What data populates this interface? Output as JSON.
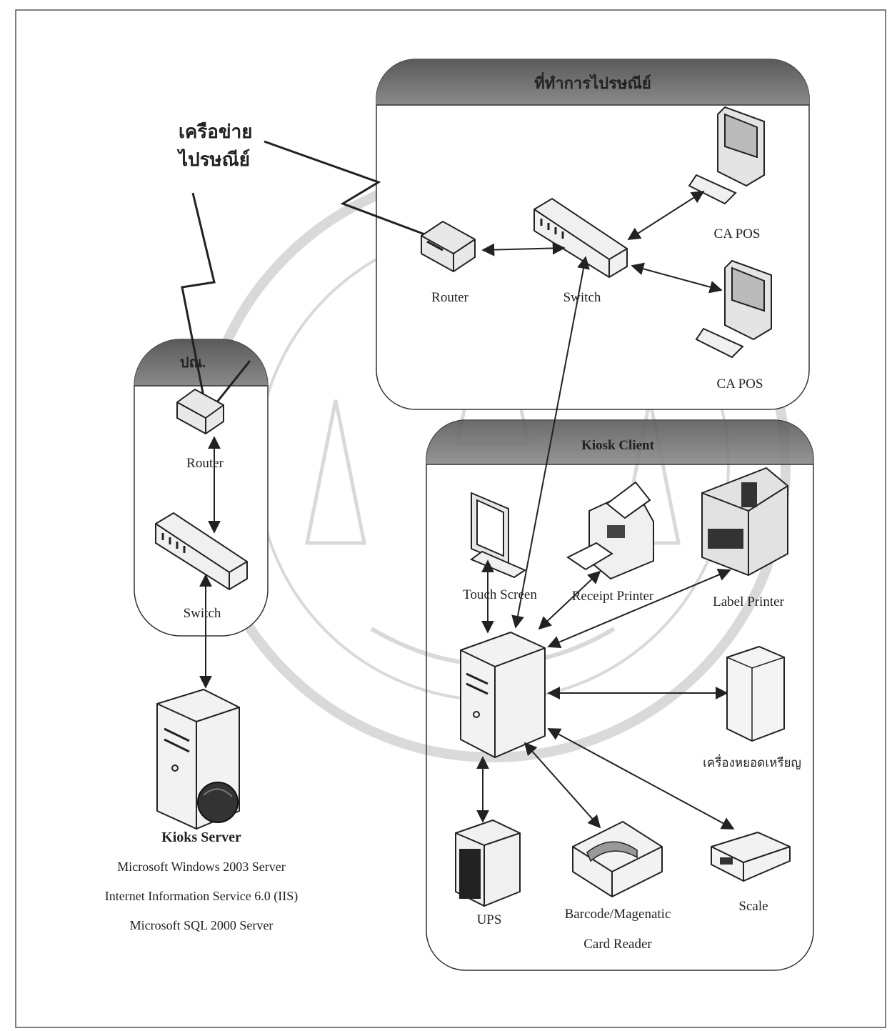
{
  "network": {
    "line1": "เครือข่าย",
    "line2": "ไปรษณีย์"
  },
  "post_office": {
    "title": "ที่ทำการไปรษณีย์",
    "router_label": "Router",
    "switch_label": "Switch",
    "ca_pos_1": "CA POS",
    "ca_pos_2": "CA POS"
  },
  "branch": {
    "title": "ปณ.",
    "router_label": "Router",
    "switch_label": "Switch"
  },
  "server": {
    "title": "Kioks Server",
    "lines": [
      "Microsoft Windows 2003 Server",
      "Internet Information Service 6.0 (IIS)",
      "Microsoft SQL 2000 Server"
    ]
  },
  "kiosk": {
    "title": "Kiosk Client",
    "touch_screen": "Touch Screen",
    "receipt_printer": "Receipt Printer",
    "label_printer": "Label Printer",
    "coin_machine": "เครื่องหยอดเหรียญ",
    "ups": "UPS",
    "barcode_line1": "Barcode/Magenatic",
    "barcode_line2": "Card Reader",
    "scale": "Scale"
  }
}
